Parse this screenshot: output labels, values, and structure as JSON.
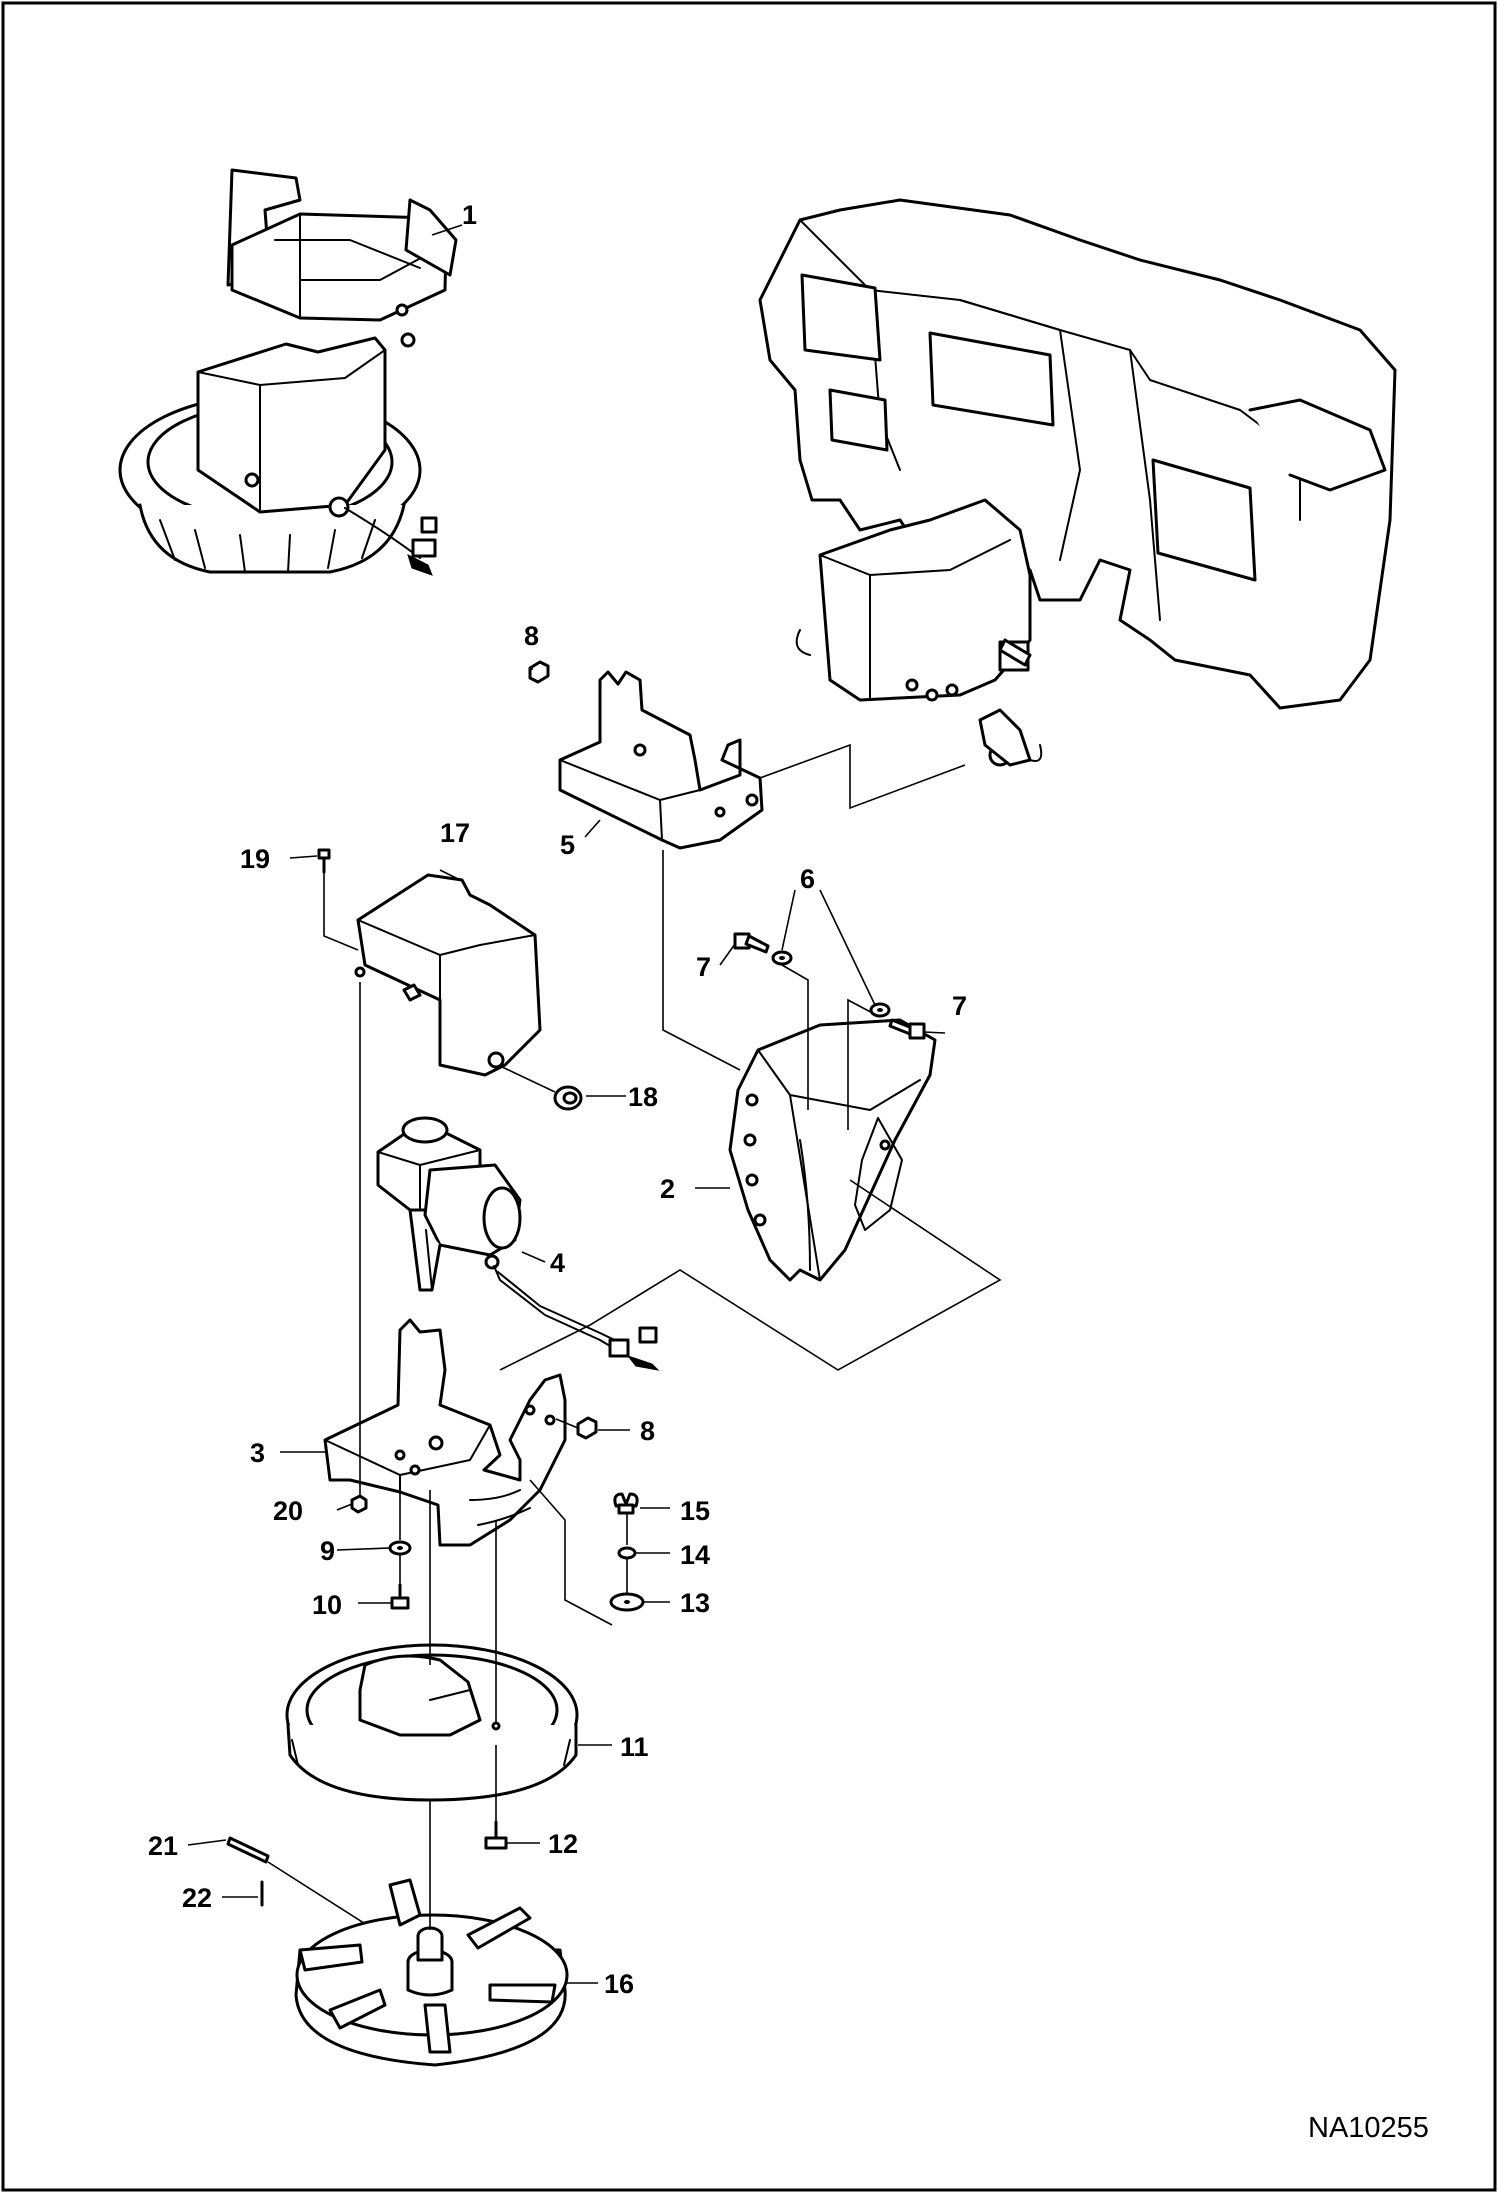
{
  "drawing_id": "NA10255",
  "callouts": {
    "c1": "1",
    "c2": "2",
    "c3": "3",
    "c4": "4",
    "c5": "5",
    "c6": "6",
    "c7a": "7",
    "c7b": "7",
    "c8a": "8",
    "c8b": "8",
    "c9": "9",
    "c10": "10",
    "c11": "11",
    "c12": "12",
    "c13": "13",
    "c14": "14",
    "c15": "15",
    "c16": "16",
    "c17": "17",
    "c18": "18",
    "c19": "19",
    "c20": "20",
    "c21": "21",
    "c22": "22"
  },
  "colors": {
    "line": "#000000",
    "background": "#ffffff"
  }
}
